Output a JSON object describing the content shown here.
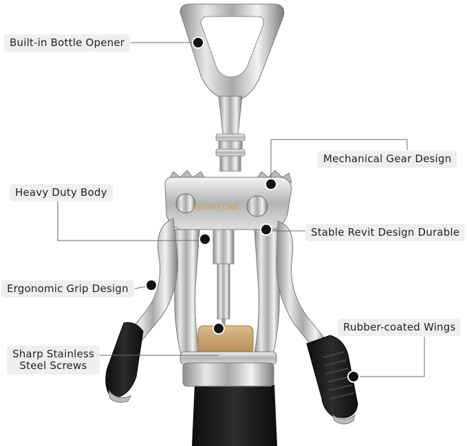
{
  "product": {
    "brand": "QONYFONE"
  },
  "callouts": {
    "bottle_opener": "Built-in Bottle Opener",
    "gear_design": "Mechanical Gear Design",
    "heavy_duty": "Heavy Duty Body",
    "rivet_design": "Stable Revit Design Durable",
    "ergonomic_grip": "Ergonomic Grip Design",
    "rubber_wings": "Rubber-coated Wings",
    "screws_line1": "Sharp Stainless",
    "screws_line2": "Steel Screws"
  },
  "colors": {
    "label_bg": "#efefef",
    "line": "#555555",
    "dot": "#111111",
    "metal": "#c8c8c8",
    "rubber": "#1a1a1a",
    "brand": "#c9a33c"
  }
}
